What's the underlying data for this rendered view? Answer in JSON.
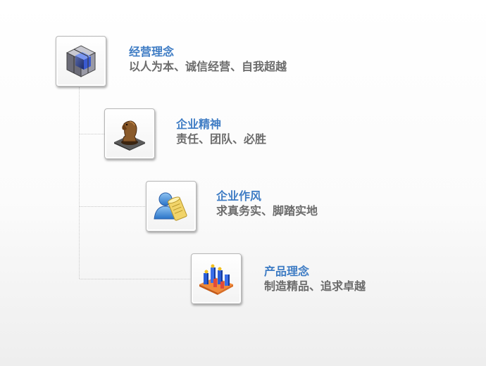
{
  "items": [
    {
      "title": "经营理念",
      "description": "以人为本、诚信经营、自我超越",
      "icon": "cube-icon"
    },
    {
      "title": "企业精神",
      "description": "责任、团队、必胜",
      "icon": "chess-knight-icon"
    },
    {
      "title": "企业作风",
      "description": "求真务实、脚踏实地",
      "icon": "user-document-icon"
    },
    {
      "title": "产品理念",
      "description": "制造精品、追求卓越",
      "icon": "bar-chart-icon"
    }
  ],
  "colors": {
    "title": "#3e7cc4",
    "description": "#6b6b6b",
    "connector": "#c9c9c9"
  }
}
